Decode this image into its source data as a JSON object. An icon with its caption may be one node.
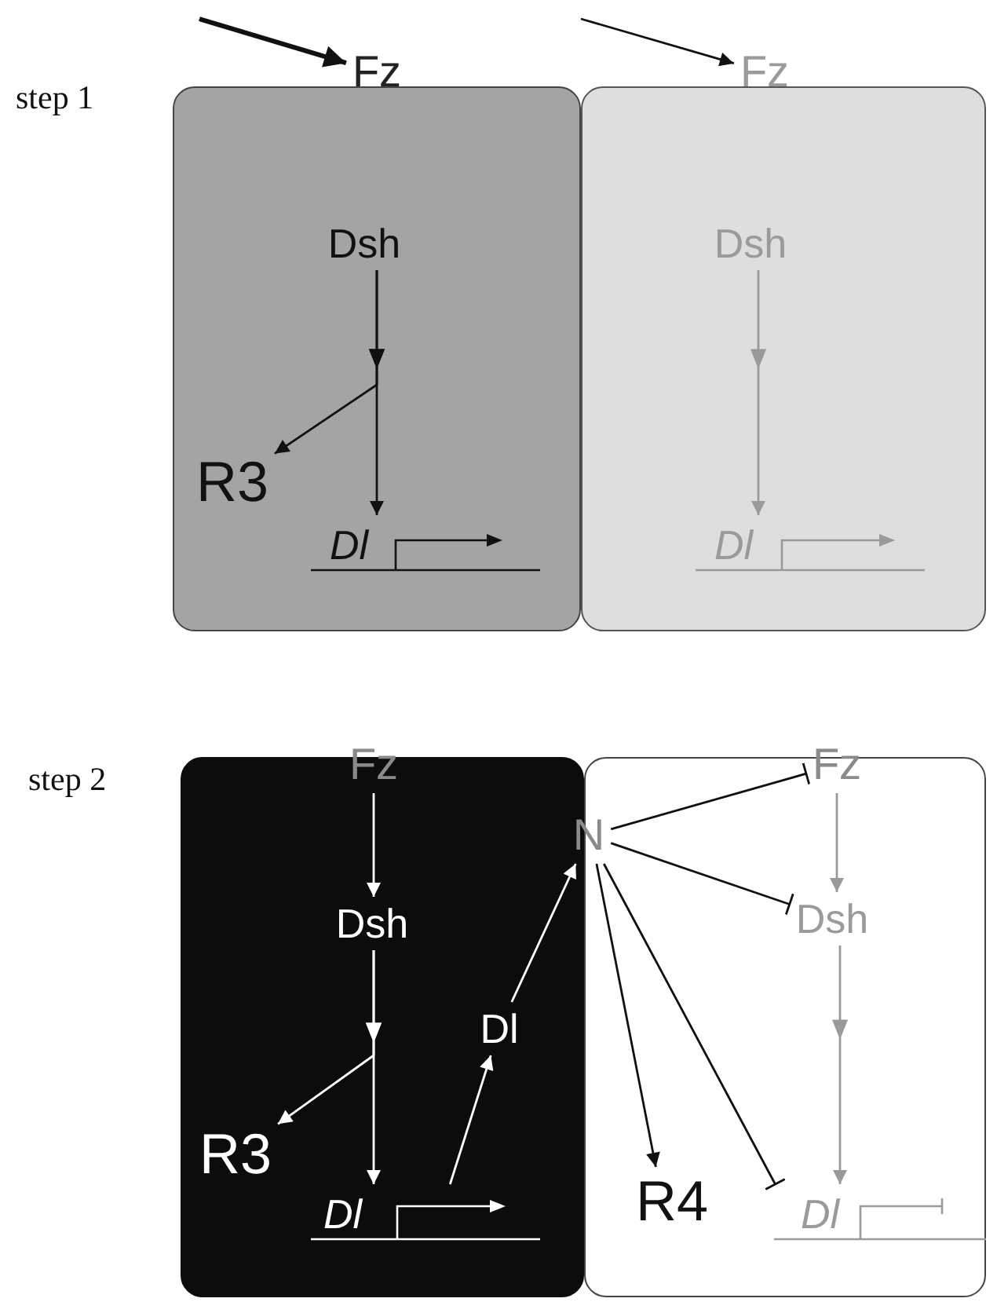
{
  "diagram": {
    "nodes": [
      {
        "text": [],
        "shape": "box"
      },
      {
        "text": [
          "Fz"
        ]
      },
      {
        "text": [
          "Dsh"
        ],
        "in": 0
      },
      {
        "text": [
          "R3"
        ],
        "in": 0
      },
      {
        "text": [
          "Dl"
        ],
        "in": 0
      },
      {
        "text": [],
        "shape": "box"
      },
      {
        "text": [
          "Fz"
        ]
      },
      {
        "text": [
          "Dsh"
        ],
        "in": 5
      },
      {
        "text": [
          "Dl"
        ],
        "in": 5
      },
      {
        "text": [],
        "shape": "box"
      },
      {
        "text": [
          "Fz"
        ]
      },
      {
        "text": [
          "Dsh"
        ],
        "in": 9
      },
      {
        "text": [
          "Dl"
        ],
        "in": 9
      },
      {
        "text": [
          "R3"
        ],
        "in": 9
      },
      {
        "text": [
          "Dl"
        ],
        "in": 9
      },
      {
        "text": [],
        "shape": "box"
      },
      {
        "text": [
          "N"
        ]
      },
      {
        "text": [
          "Fz"
        ]
      },
      {
        "text": [
          "Dsh"
        ],
        "in": 15
      },
      {
        "text": [
          "R4"
        ],
        "in": 15
      },
      {
        "text": [
          "Dl"
        ],
        "in": 15
      }
    ],
    "edges": [
      {
        "from": null,
        "to": 1,
        "arrow": "to",
        "style": "thick"
      },
      {
        "from": null,
        "to": 6,
        "arrow": "to"
      },
      {
        "from": 2,
        "to": 3,
        "arrow": "to"
      },
      {
        "from": 2,
        "to": 4,
        "arrow": "to"
      },
      {
        "from": 7,
        "to": 8,
        "arrow": "to",
        "color": "#9a9a9a"
      },
      {
        "from": 10,
        "to": 11,
        "arrow": "to",
        "color": "#ffffff"
      },
      {
        "from": 11,
        "to": 13,
        "arrow": "to",
        "color": "#ffffff"
      },
      {
        "from": 11,
        "to": 14,
        "arrow": "to",
        "color": "#ffffff"
      },
      {
        "from": 14,
        "to": 12,
        "arrow": "to",
        "color": "#ffffff"
      },
      {
        "from": 12,
        "to": 16,
        "arrow": "to",
        "color": "#ffffff"
      },
      {
        "from": 16,
        "to": 17,
        "arrow": "other"
      },
      {
        "from": 16,
        "to": 18,
        "arrow": "other"
      },
      {
        "from": 16,
        "to": 19,
        "arrow": "to"
      },
      {
        "from": 16,
        "to": 20,
        "arrow": "other"
      },
      {
        "from": 17,
        "to": 18,
        "arrow": "to",
        "color": "#9a9a9a"
      },
      {
        "from": 18,
        "to": 20,
        "arrow": "to",
        "color": "#9a9a9a"
      }
    ],
    "labels": [
      "step 1",
      "step 2"
    ]
  }
}
